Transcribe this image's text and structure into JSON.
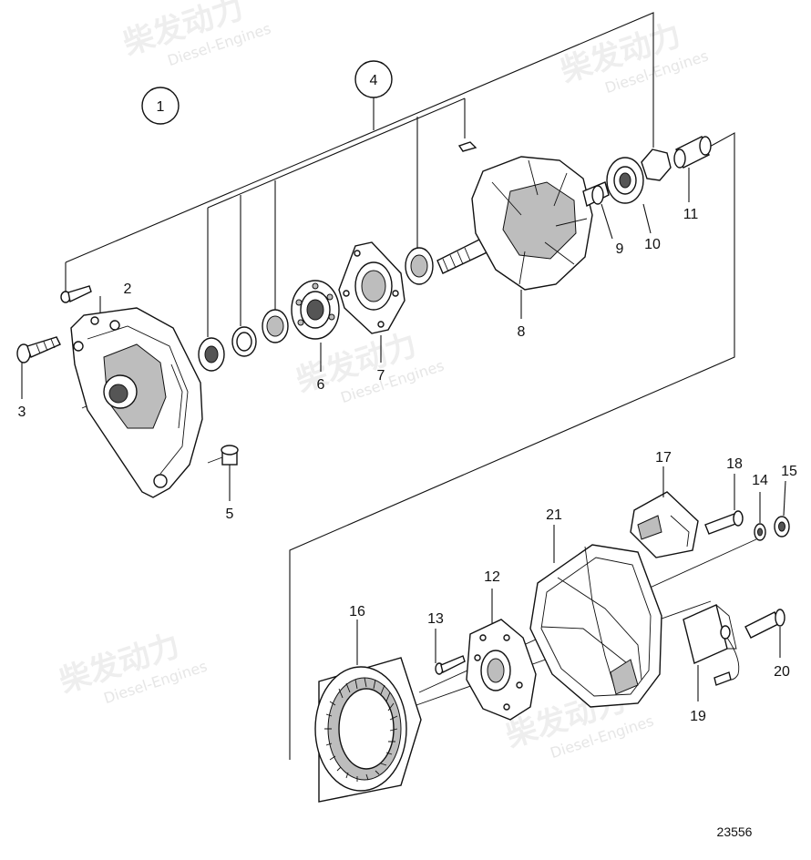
{
  "watermark": {
    "cn": "柴发动力",
    "en": "Diesel-Engines"
  },
  "callouts": [
    "1",
    "4"
  ],
  "parts": [
    "2",
    "3",
    "5",
    "6",
    "7",
    "8",
    "9",
    "10",
    "11",
    "12",
    "13",
    "14",
    "15",
    "16",
    "17",
    "18",
    "19",
    "20",
    "21"
  ],
  "reference": "23556"
}
